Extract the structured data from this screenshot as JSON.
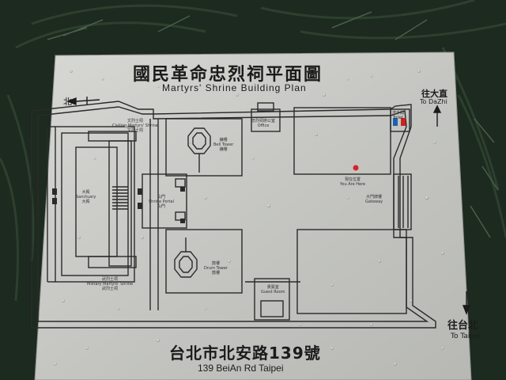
{
  "sign": {
    "title_zh": "國民革命忠烈祠平面圖",
    "title_en": "Martyrs' Shrine Building Plan",
    "address_zh": "台北市北安路139號",
    "address_en": "139 BeiAn Rd Taipei",
    "north": "北",
    "to_dazhi_zh": "往大直",
    "to_dazhi_en": "To DaZhi",
    "to_taipei_zh": "往台北",
    "to_taipei_en": "To Taipei"
  },
  "plan_labels": {
    "sanctuary": "大殿\nSanctuary\n大殿",
    "civilian_shrine": "文烈士祠\nCivilian Martyrs' Shrine\n文烈士祠",
    "military_shrine": "武烈士祠\nMilitary Martyrs' Shrine\n武烈士祠",
    "shrine_portal": "山門\nShrine Portal\n山門",
    "bell_tower": "鐘樓\nBell Tower\n鐘樓",
    "drum_tower": "鼓樓\nDrum Tower\n鼓樓",
    "office": "忠烈祠辦公室\nOffice",
    "guest_room": "貴賓室\nGuest Room",
    "you_are_here": "現在位置\nYou Are Here",
    "gateway": "大門牌樓\nGateway",
    "toilet": "洗手間\nToilet"
  },
  "colors": {
    "foliage": "#1d2a1f",
    "plate": "#c9cac6",
    "line": "#2a2a2a",
    "marker": "#d8222a"
  }
}
